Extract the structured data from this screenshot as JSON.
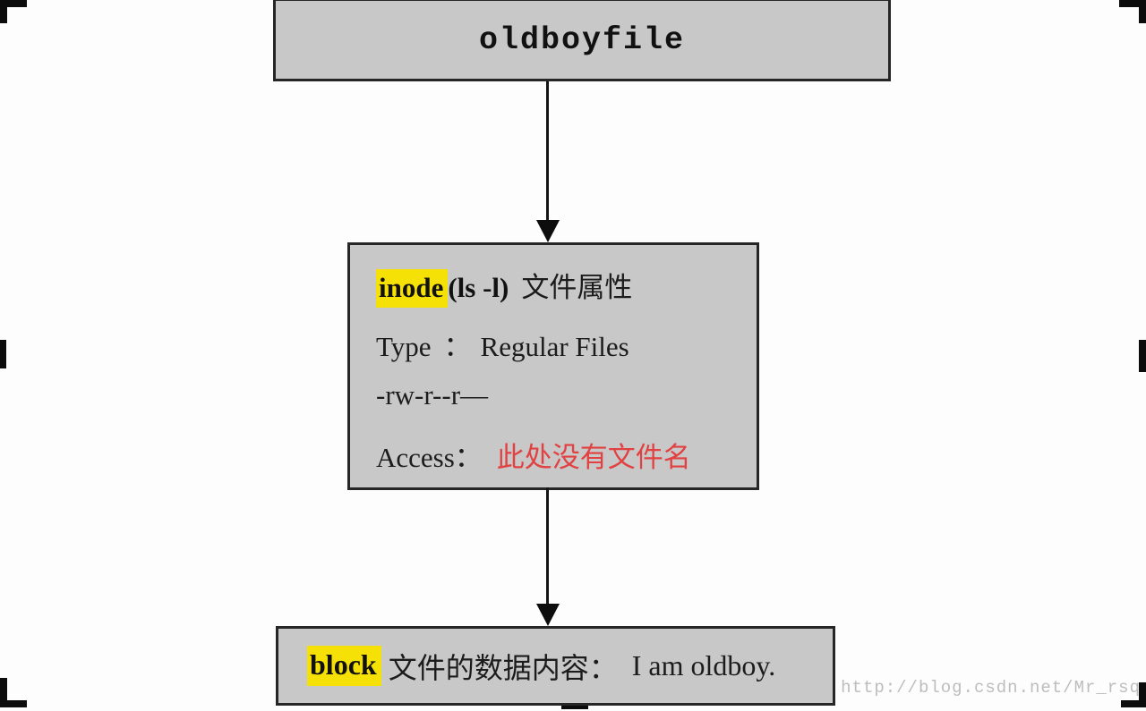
{
  "colors": {
    "box_fill": "#c8c8c8",
    "box_border": "#262626",
    "highlight_yellow": "#f5e105",
    "red_text": "#e14141",
    "watermark_gray": "#bdbdbd",
    "background": "#fdfdfd"
  },
  "boxes": {
    "file": {
      "name": "oldboyfile"
    },
    "inode": {
      "highlight": "inode",
      "suffix": "(ls -l)",
      "title": "文件属性",
      "type_label": "Type",
      "type_colon": "：",
      "type_value": "Regular Files",
      "permissions": "-rw-r--r—",
      "access_label": "Access：",
      "access_value": "此处没有文件名"
    },
    "block": {
      "highlight": "block",
      "label": "文件的数据内容：",
      "value": "I am oldboy."
    }
  },
  "watermark": {
    "text": "http://blog.csdn.net/Mr_rsq"
  }
}
